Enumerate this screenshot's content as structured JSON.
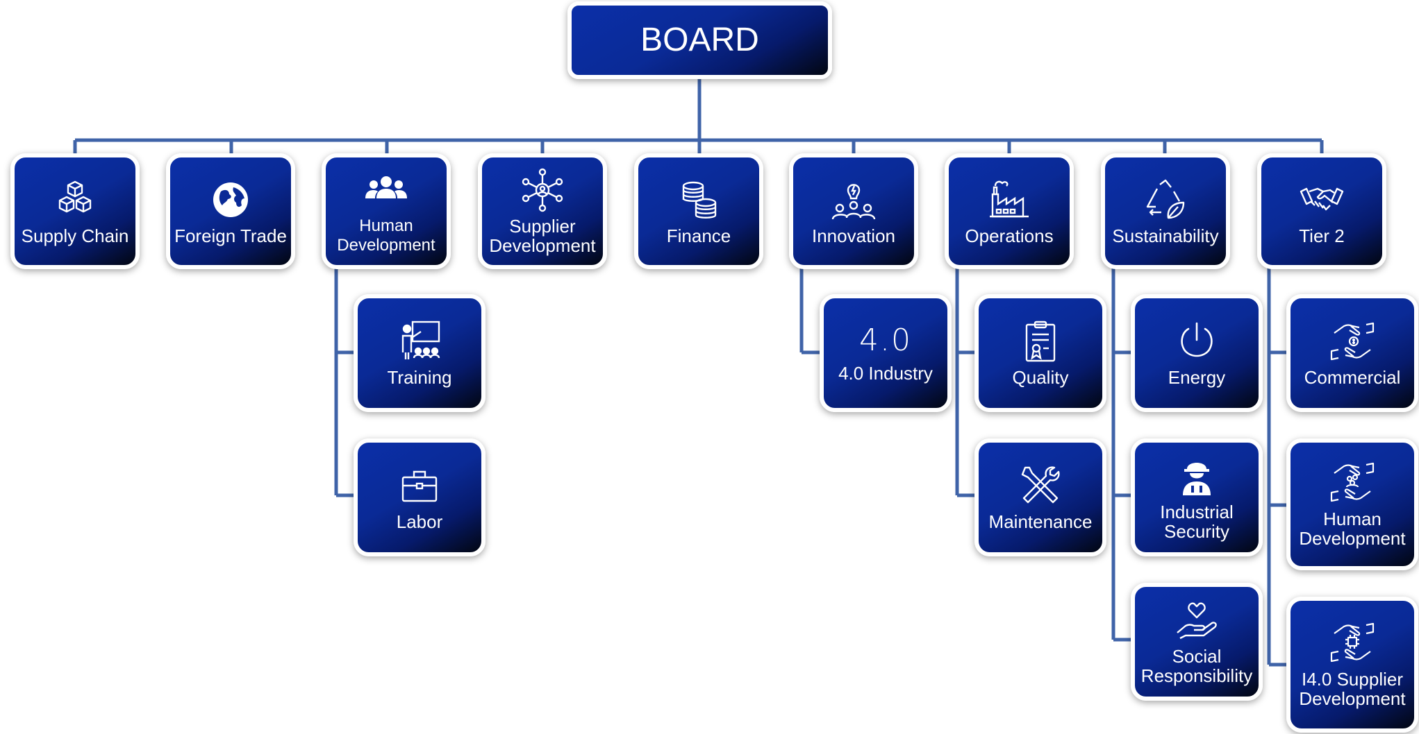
{
  "colors": {
    "box_top": "#0b2fa8",
    "box_bottom": "#020611",
    "connector": "#3f63a8",
    "text": "#ffffff"
  },
  "board": {
    "label": "BOARD"
  },
  "departments": {
    "supply_chain": {
      "label": "Supply Chain",
      "icon": "boxes-icon"
    },
    "foreign_trade": {
      "label": "Foreign Trade",
      "icon": "globe-icon"
    },
    "human_development": {
      "label": "Human\nDevelopment",
      "icon": "people-group-icon"
    },
    "supplier_development": {
      "label": "Supplier\nDevelopment",
      "icon": "network-person-icon"
    },
    "finance": {
      "label": "Finance",
      "icon": "coins-icon"
    },
    "innovation": {
      "label": "Innovation",
      "icon": "lightbulb-team-icon"
    },
    "operations": {
      "label": "Operations",
      "icon": "factory-icon"
    },
    "sustainability": {
      "label": "Sustainability",
      "icon": "recycle-leaf-icon"
    },
    "tier2": {
      "label": "Tier 2",
      "icon": "handshake-icon"
    }
  },
  "sub_units": {
    "training": {
      "label": "Training",
      "icon": "teacher-board-icon"
    },
    "labor": {
      "label": "Labor",
      "icon": "briefcase-icon"
    },
    "industry40": {
      "label": "4.0 Industry",
      "icon_text": "4.0"
    },
    "quality": {
      "label": "Quality",
      "icon": "certificate-clipboard-icon"
    },
    "maintenance": {
      "label": "Maintenance",
      "icon": "wrench-screwdriver-icon"
    },
    "energy": {
      "label": "Energy",
      "icon": "power-icon"
    },
    "industrial_security": {
      "label": "Industrial\nSecurity",
      "icon": "hardhat-worker-icon"
    },
    "social_responsibility": {
      "label": "Social\nResponsibility",
      "icon": "heart-hand-icon"
    },
    "commercial": {
      "label": "Commercial",
      "icon": "hands-dollar-icon"
    },
    "t2_human_development": {
      "label": "Human\nDevelopment",
      "icon": "hands-people-icon"
    },
    "i40_supplier_development": {
      "label": "I4.0 Supplier\nDevelopment",
      "icon": "hands-chip-icon"
    }
  }
}
